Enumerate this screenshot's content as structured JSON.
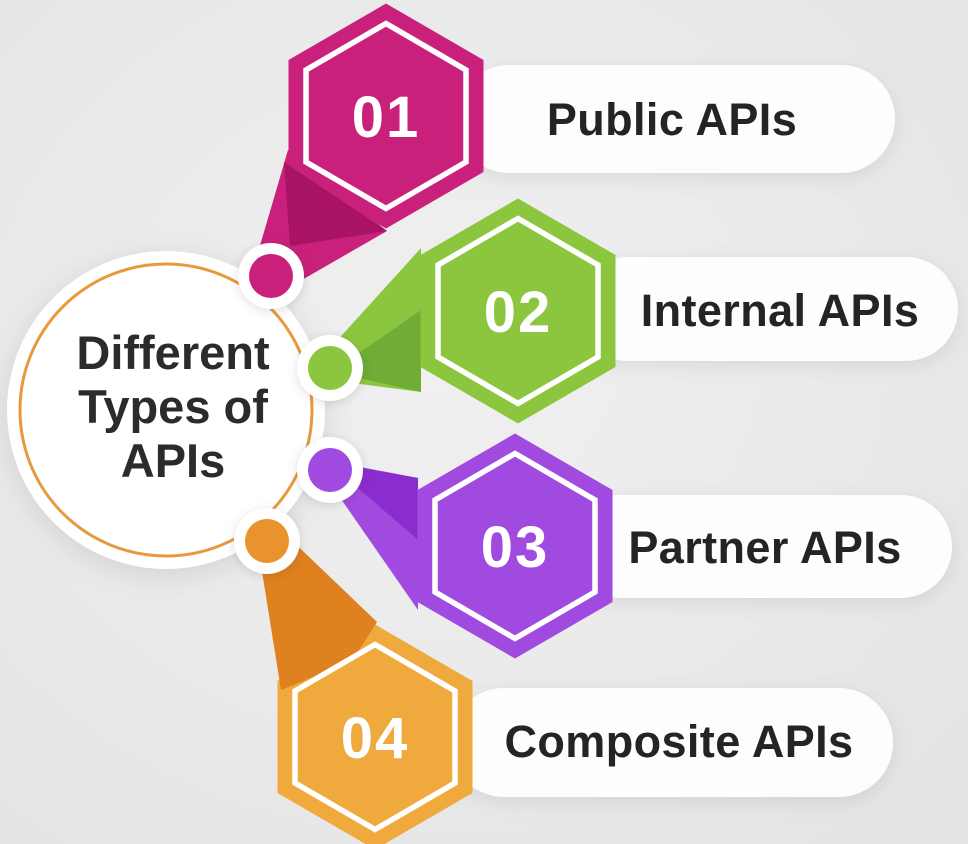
{
  "diagram_title": {
    "lines": [
      "Different",
      "Types of",
      "APIs"
    ]
  },
  "items": [
    {
      "number": "01",
      "label": "Public APIs",
      "colors": {
        "base": "#C9217B",
        "dark": "#A81463",
        "dot": "#C9217B"
      }
    },
    {
      "number": "02",
      "label": "Internal APIs",
      "colors": {
        "base": "#8CC63E",
        "dark": "#6FAD36",
        "dot": "#8CC63E"
      }
    },
    {
      "number": "03",
      "label": "Partner APIs",
      "colors": {
        "base": "#A14ADF",
        "dark": "#8B2DCE",
        "dot": "#A14ADF"
      }
    },
    {
      "number": "04",
      "label": "Composite APIs",
      "colors": {
        "base": "#EFA93C",
        "dark": "#E0811F",
        "dot": "#E8932D"
      }
    }
  ],
  "ring_color": "#E8993B",
  "colors": {
    "background": "#EAEAEC",
    "pill": "#FDFDFD",
    "disc": "#FFFFFF",
    "label_text": "#242424",
    "number_text": "#FFFFFF"
  }
}
